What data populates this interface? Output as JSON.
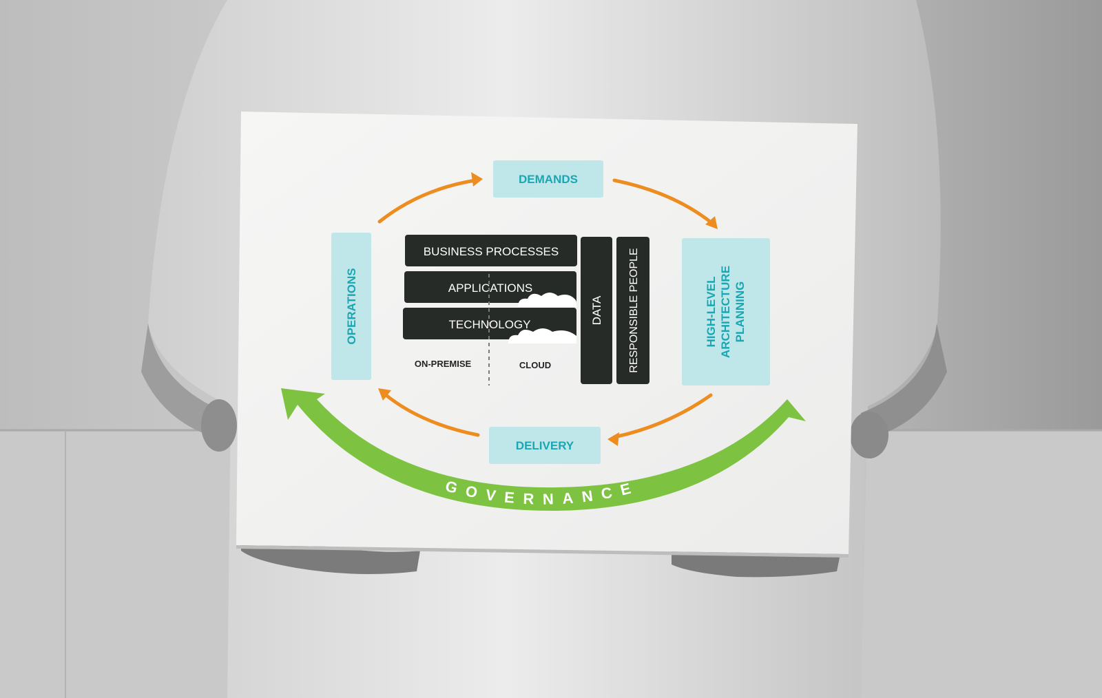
{
  "diagram": {
    "cycle": {
      "demands": "DEMANDS",
      "architecture_planning": [
        "HIGH-LEVEL",
        "ARCHITECTURE",
        "PLANNING"
      ],
      "delivery": "DELIVERY",
      "operations": "OPERATIONS"
    },
    "layers": {
      "business_processes": "BUSINESS PROCESSES",
      "applications": "APPLICATIONS",
      "technology": "TECHNOLOGY",
      "data": "DATA",
      "responsible_people": "RESPONSIBLE PEOPLE"
    },
    "deployment": {
      "on_premise": "ON-PREMISE",
      "cloud": "CLOUD"
    },
    "governance": "GOVERNANCE"
  },
  "colors": {
    "teal_box": "#bfe6e8",
    "teal_text": "#1aa6b3",
    "dark_block": "#262b28",
    "orange_arrow": "#ee8d1f",
    "green_arrow": "#7dc241",
    "paper": "#f5f5f4"
  }
}
